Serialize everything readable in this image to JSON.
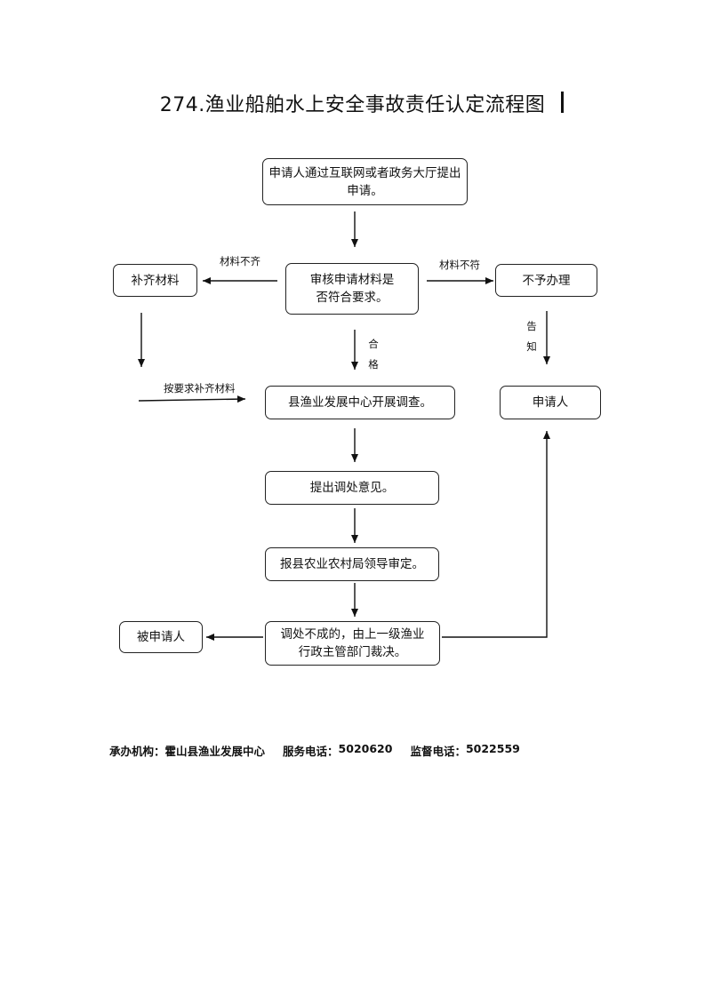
{
  "title": "274.渔业船舶水上安全事故责任认定流程图",
  "nodes": {
    "apply": "申请人通过互联网或者政务大厅提出申请。",
    "review": "审核申请材料是否符合要求。",
    "supplement": "补齐材料",
    "reject": "不予办理",
    "applicant": "申请人",
    "investigate": "县渔业发展中心开展调查。",
    "opinion": "提出调处意见。",
    "approve": "报县农业农村局领导审定。",
    "ruling": "调处不成的，由上一级渔业行政主管部门裁决。",
    "respondent": "被申请人"
  },
  "edge_labels": {
    "incomplete": "材料不齐",
    "nonconforming": "材料不符",
    "qualified": "合格",
    "notify": "告知",
    "resubmit": "按要求补齐材料"
  },
  "footer": {
    "organizer_label": "承办机构：",
    "organizer": "霍山县渔业发展中心",
    "service_phone_label": "服务电话：",
    "service_phone": "5020620",
    "supervise_phone_label": "监督电话：",
    "supervise_phone": "5022559"
  }
}
